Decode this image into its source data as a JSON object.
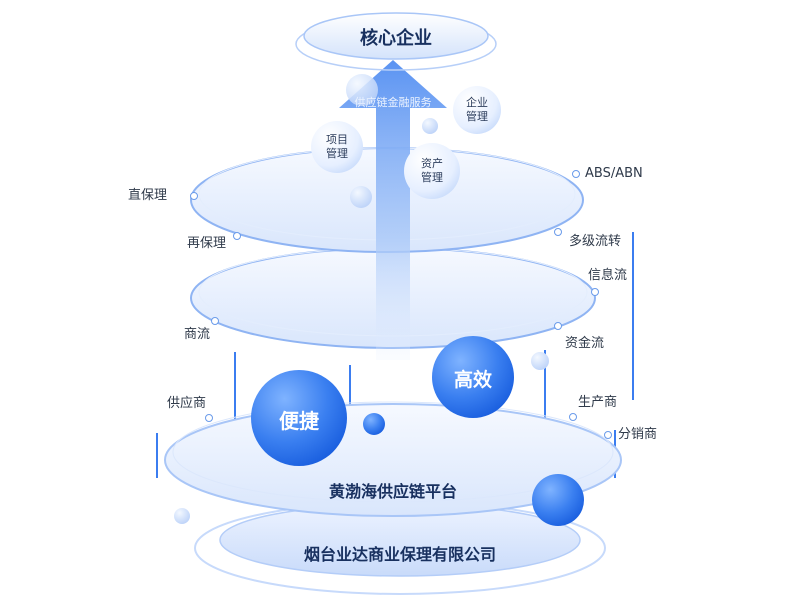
{
  "colors": {
    "accent": "#3b7df0",
    "deep": "#1d5fe0",
    "ring": "#a9c6f7",
    "text": "#2f3a4a"
  },
  "top": {
    "title": "核心企业"
  },
  "arrow": {
    "label": "供应链金融服务"
  },
  "bubbles": {
    "enterprise": "企业\n管理",
    "project": "项目\n管理",
    "asset": "资产\n管理",
    "convenient": "便捷",
    "efficient": "高效"
  },
  "labels_left": {
    "direct_factoring": "直保理",
    "refactoring": "再保理",
    "business_flow": "商流",
    "supplier": "供应商"
  },
  "labels_right": {
    "abs_abn": "ABS/ABN",
    "multi_level": "多级流转",
    "info_flow": "信息流",
    "fund_flow": "资金流",
    "producer": "生产商",
    "distributor": "分销商"
  },
  "platform": {
    "title": "黄渤海供应链平台"
  },
  "base": {
    "title": "烟台业达商业保理有限公司"
  }
}
